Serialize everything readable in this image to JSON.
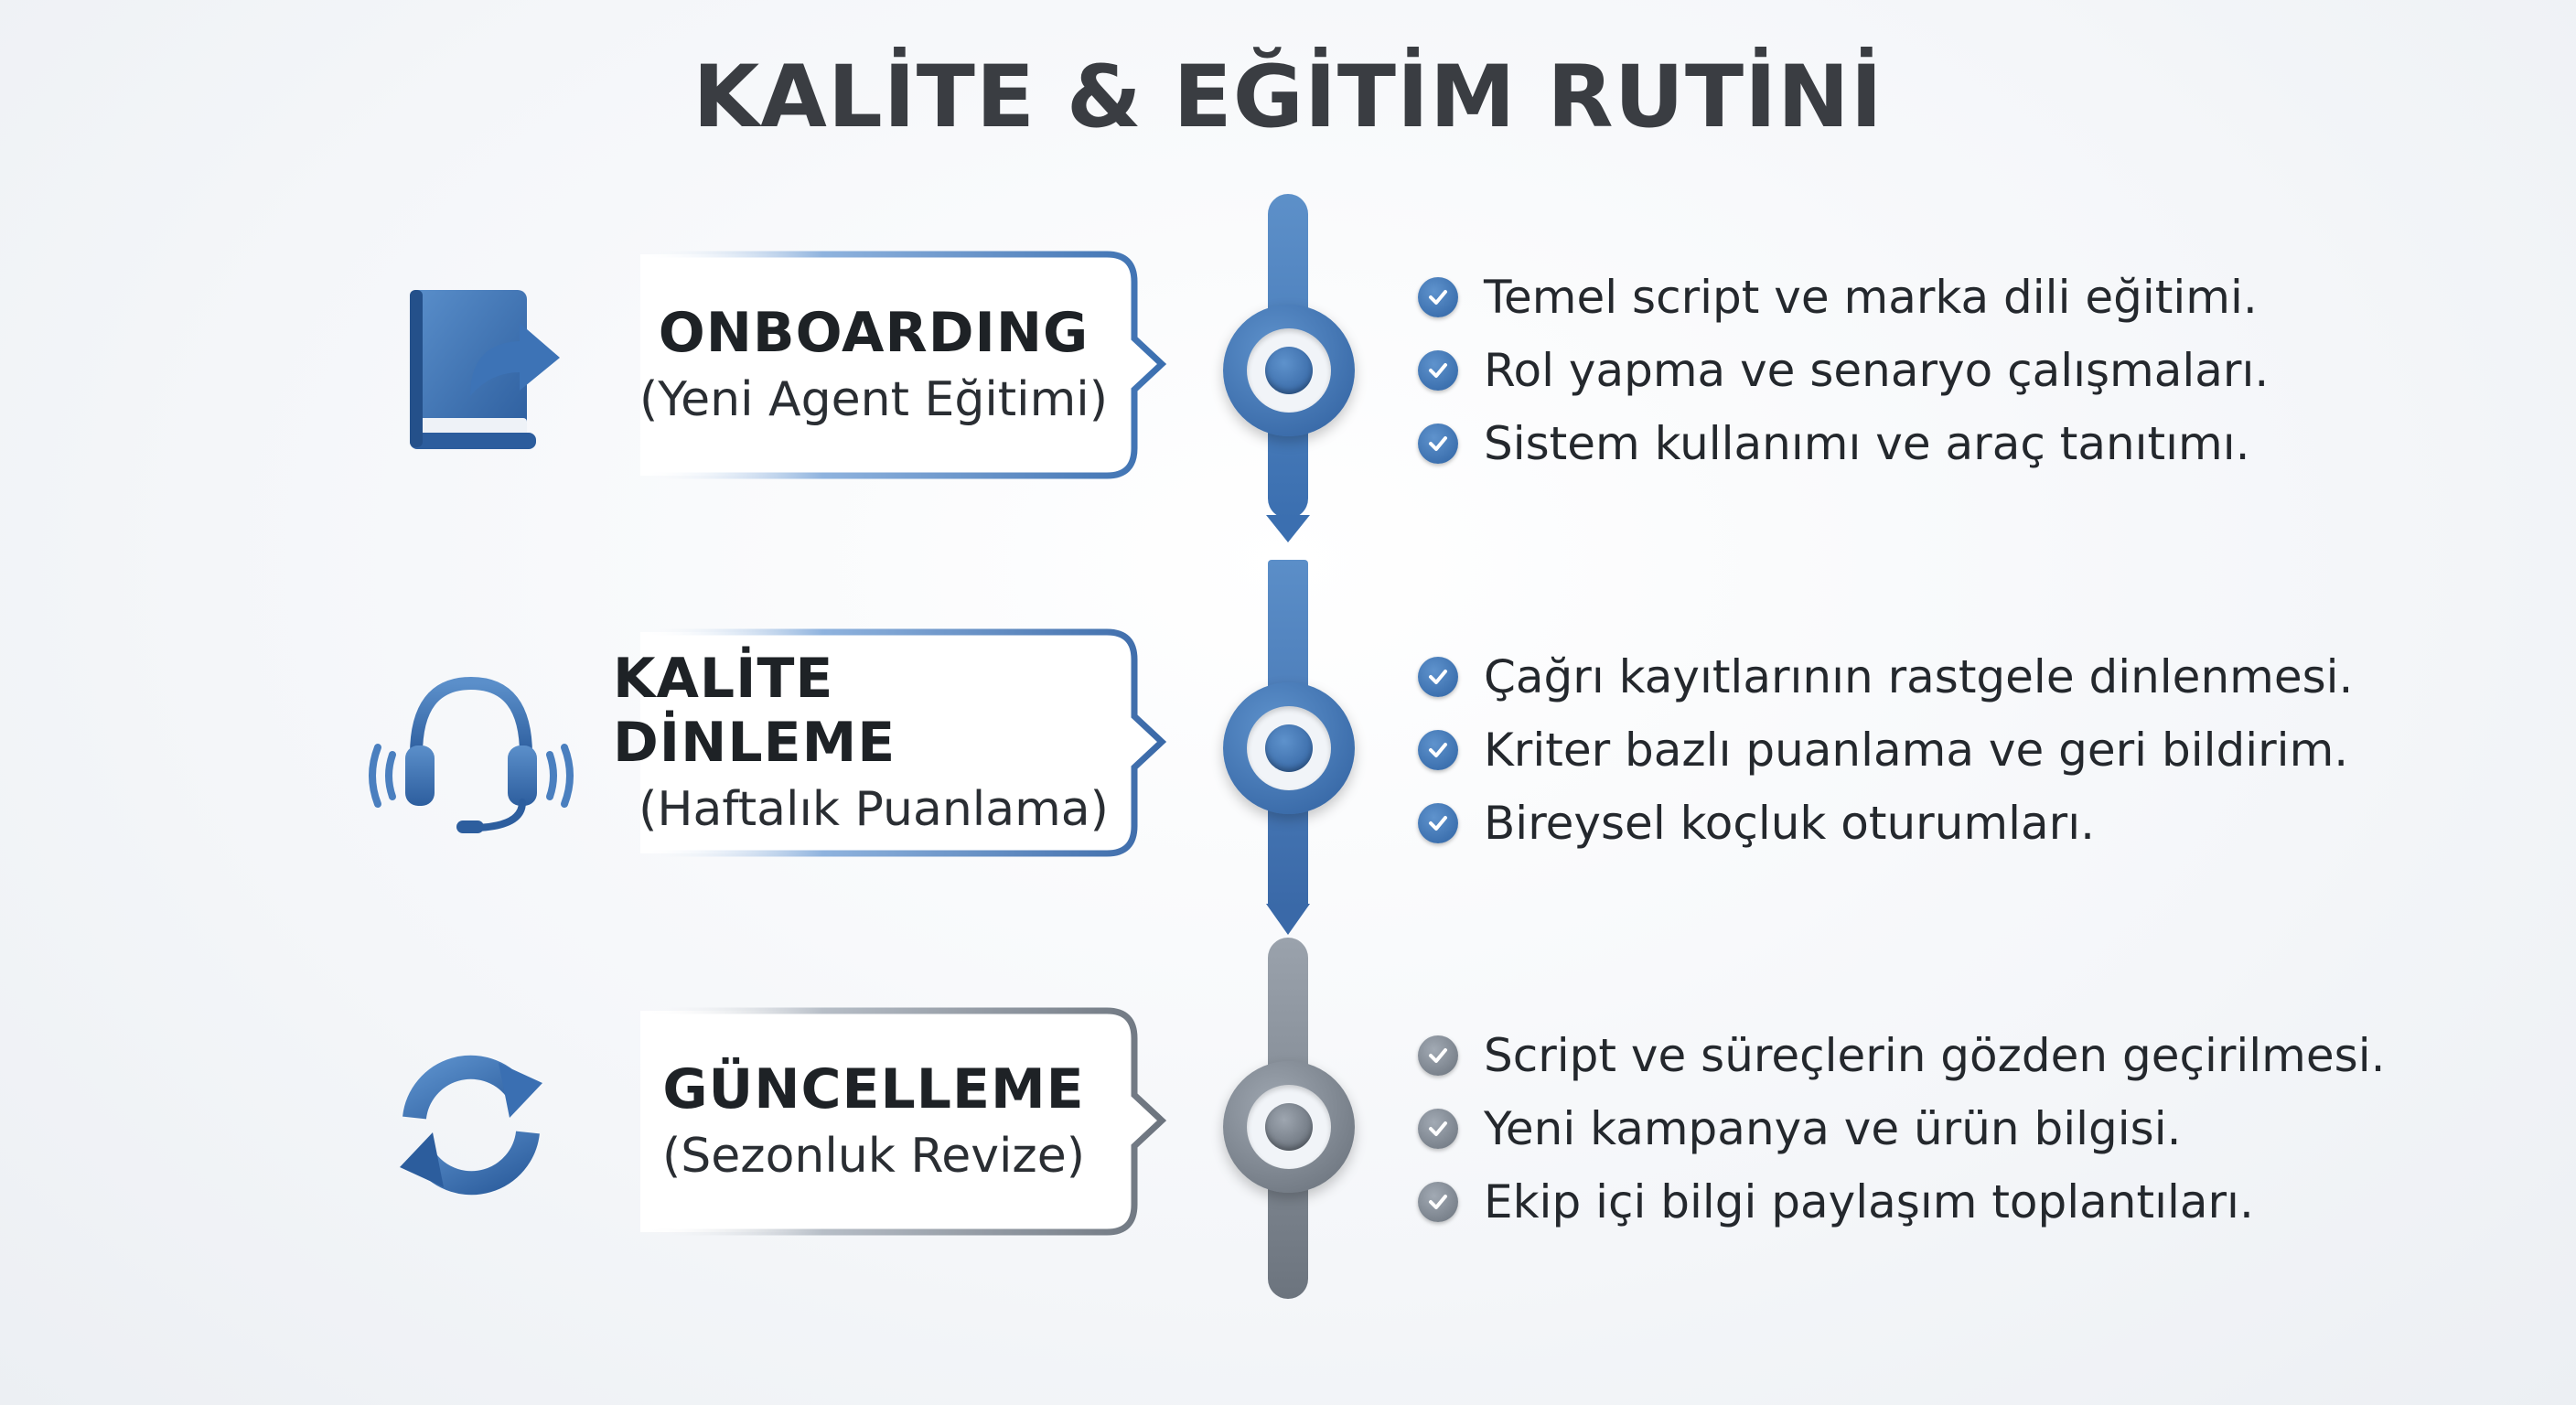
{
  "title": "KALİTE & EĞİTİM RUTİNİ",
  "colors": {
    "accent_blue": "#3b6fb0",
    "accent_gray": "#6c747e",
    "title": "#3a3d42"
  },
  "steps": [
    {
      "name": "ONBOARDING",
      "subtitle": "(Yeni Agent Eğitimi)",
      "icon": "book-arrow-icon",
      "bullets": [
        "Temel script ve marka dili eğitimi.",
        "Rol yapma ve senaryo çalışmaları.",
        "Sistem kullanımı ve araç tanıtımı."
      ]
    },
    {
      "name": "KALİTE DİNLEME",
      "subtitle": "(Haftalık Puanlama)",
      "icon": "headset-icon",
      "bullets": [
        "Çağrı kayıtlarının rastgele dinlenmesi.",
        "Kriter bazlı puanlama ve geri bildirim.",
        "Bireysel koçluk oturumları."
      ]
    },
    {
      "name": "GÜNCELLEME",
      "subtitle": "(Sezonluk Revize)",
      "icon": "refresh-icon",
      "bullets": [
        "Script ve süreçlerin gözden geçirilmesi.",
        "Yeni kampanya ve ürün bilgisi.",
        "Ekip içi bilgi paylaşım toplantıları."
      ]
    }
  ]
}
